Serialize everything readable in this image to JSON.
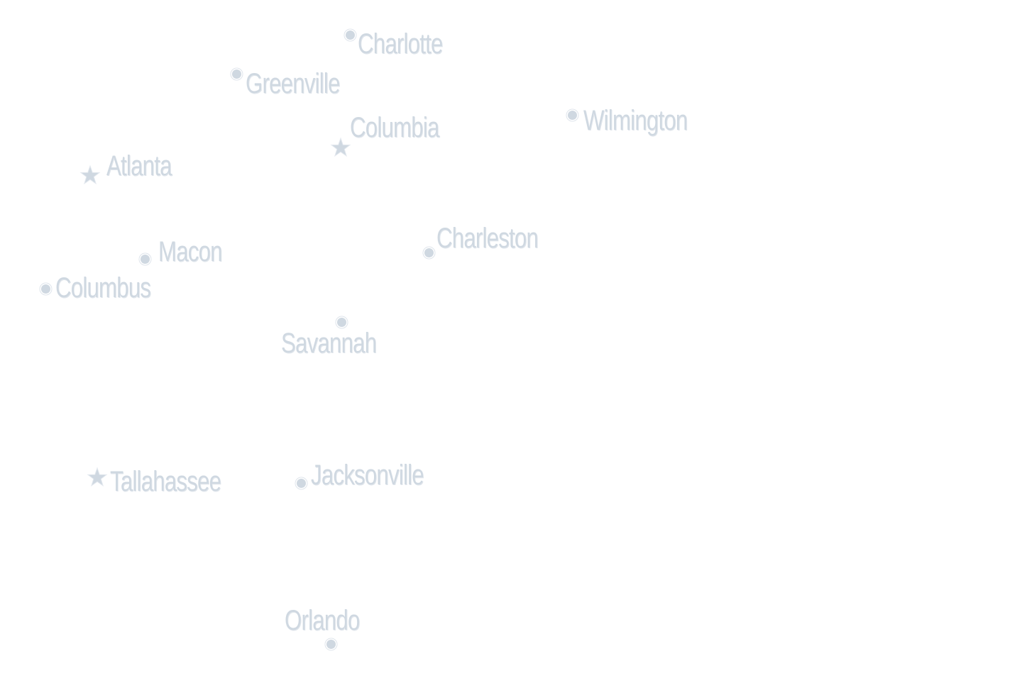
{
  "map": {
    "icon_color": "#cfd8e1",
    "cities": [
      {
        "id": "charlotte",
        "name": "Charlotte",
        "marker": "dot-icon",
        "capital": false
      },
      {
        "id": "greenville",
        "name": "Greenville",
        "marker": "dot-icon",
        "capital": false
      },
      {
        "id": "columbia",
        "name": "Columbia",
        "marker": "star-icon",
        "capital": true
      },
      {
        "id": "wilmington",
        "name": "Wilmington",
        "marker": "dot-icon",
        "capital": false
      },
      {
        "id": "atlanta",
        "name": "Atlanta",
        "marker": "star-icon",
        "capital": true
      },
      {
        "id": "macon",
        "name": "Macon",
        "marker": "dot-icon",
        "capital": false
      },
      {
        "id": "charleston",
        "name": "Charleston",
        "marker": "dot-icon",
        "capital": false
      },
      {
        "id": "columbus",
        "name": "Columbus",
        "marker": "dot-icon",
        "capital": false
      },
      {
        "id": "savannah",
        "name": "Savannah",
        "marker": "dot-icon",
        "capital": false
      },
      {
        "id": "tallahassee",
        "name": "Tallahassee",
        "marker": "star-icon",
        "capital": true
      },
      {
        "id": "jacksonville",
        "name": "Jacksonville",
        "marker": "dot-icon",
        "capital": false
      },
      {
        "id": "orlando",
        "name": "Orlando",
        "marker": "dot-icon",
        "capital": false
      }
    ]
  }
}
